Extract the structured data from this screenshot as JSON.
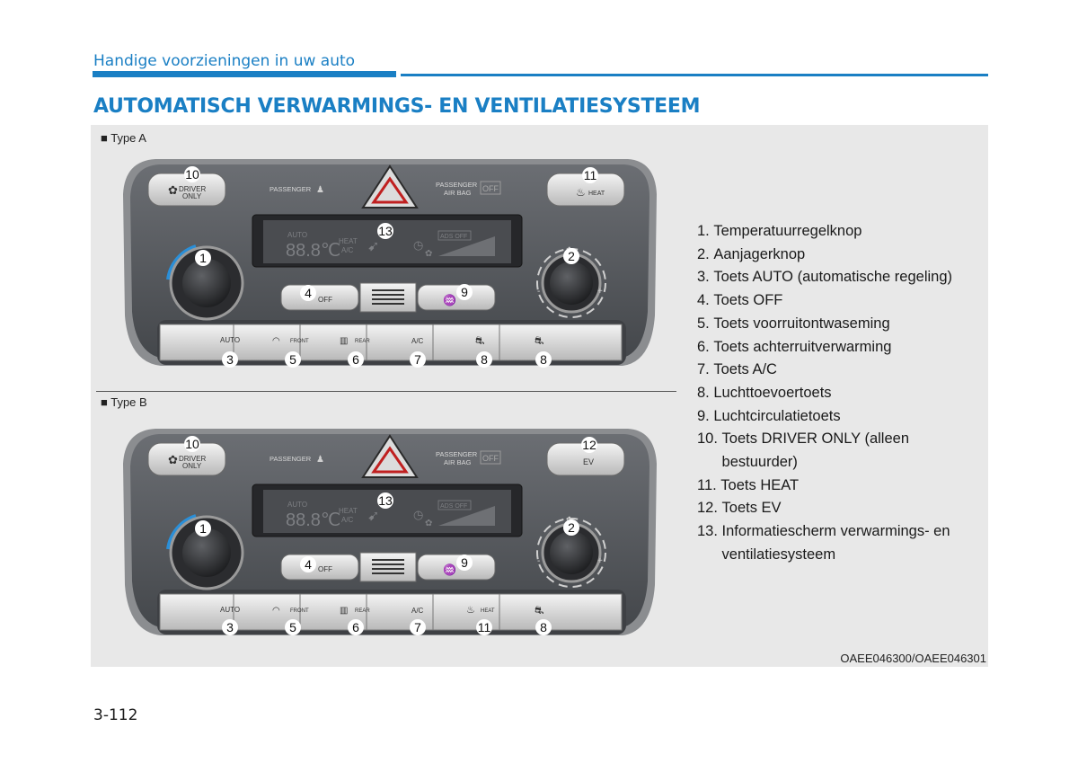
{
  "header": {
    "section": "Handige voorzieningen in uw auto",
    "title": "AUTOMATISCH VERWARMINGS- EN VENTILATIESYSTEEM"
  },
  "colors": {
    "accent": "#1a7fc4",
    "panel": "#5a5d62",
    "figure_bg": "#e8e8e8"
  },
  "figure": {
    "type_a_label": "■ Type A",
    "type_b_label": "■ Type B",
    "image_code": "OAEE046300/OAEE046301",
    "panel_text": {
      "passenger": "PASSENGER",
      "passenger_airbag_1": "PASSENGER",
      "passenger_airbag_2": "AIR BAG",
      "off_indicator": "OFF",
      "driver_only_1": "DRIVER",
      "driver_only_2": "ONLY",
      "display_auto": "AUTO",
      "display_temp": "88.8℃",
      "display_heat": "HEAT",
      "display_ac": "A/C",
      "display_ads": "ADS OFF",
      "off_button": "OFF",
      "auto_button": "AUTO",
      "front_button": "FRONT",
      "rear_button": "REAR",
      "ac_button": "A/C",
      "heat_button": "HEAT",
      "ev_button": "EV",
      "minus": "-",
      "plus": "+"
    },
    "type_a": {
      "callouts": {
        "c10": "10",
        "c11": "11",
        "c13": "13",
        "c1": "1",
        "c2": "2",
        "c4": "4",
        "c9": "9",
        "c3": "3",
        "c5": "5",
        "c6": "6",
        "c7": "7",
        "c8a": "8",
        "c8b": "8"
      }
    },
    "type_b": {
      "callouts": {
        "c10": "10",
        "c12": "12",
        "c13": "13",
        "c1": "1",
        "c2": "2",
        "c4": "4",
        "c9": "9",
        "c3": "3",
        "c5": "5",
        "c6": "6",
        "c7": "7",
        "c11": "11",
        "c8": "8"
      }
    }
  },
  "legend": [
    {
      "num": "1. ",
      "text": "Temperatuurregelknop"
    },
    {
      "num": "2. ",
      "text": "Aanjagerknop"
    },
    {
      "num": "3. ",
      "text": "Toets AUTO (automatische regeling)"
    },
    {
      "num": "4. ",
      "text": "Toets OFF"
    },
    {
      "num": "5. ",
      "text": "Toets voorruitontwaseming"
    },
    {
      "num": "6. ",
      "text": "Toets achterruitverwarming"
    },
    {
      "num": "7. ",
      "text": "Toets A/C"
    },
    {
      "num": "8. ",
      "text": "Luchttoevoertoets"
    },
    {
      "num": "9. ",
      "text": "Luchtcirculatietoets"
    },
    {
      "num": "10. ",
      "text": "Toets DRIVER ONLY (alleen bestuurder)"
    },
    {
      "num": "11. ",
      "text": "Toets HEAT"
    },
    {
      "num": "12. ",
      "text": "Toets EV"
    },
    {
      "num": "13. ",
      "text": "Informatiescherm verwarmings- en ventilatiesysteem"
    }
  ],
  "page_number": "3-112"
}
